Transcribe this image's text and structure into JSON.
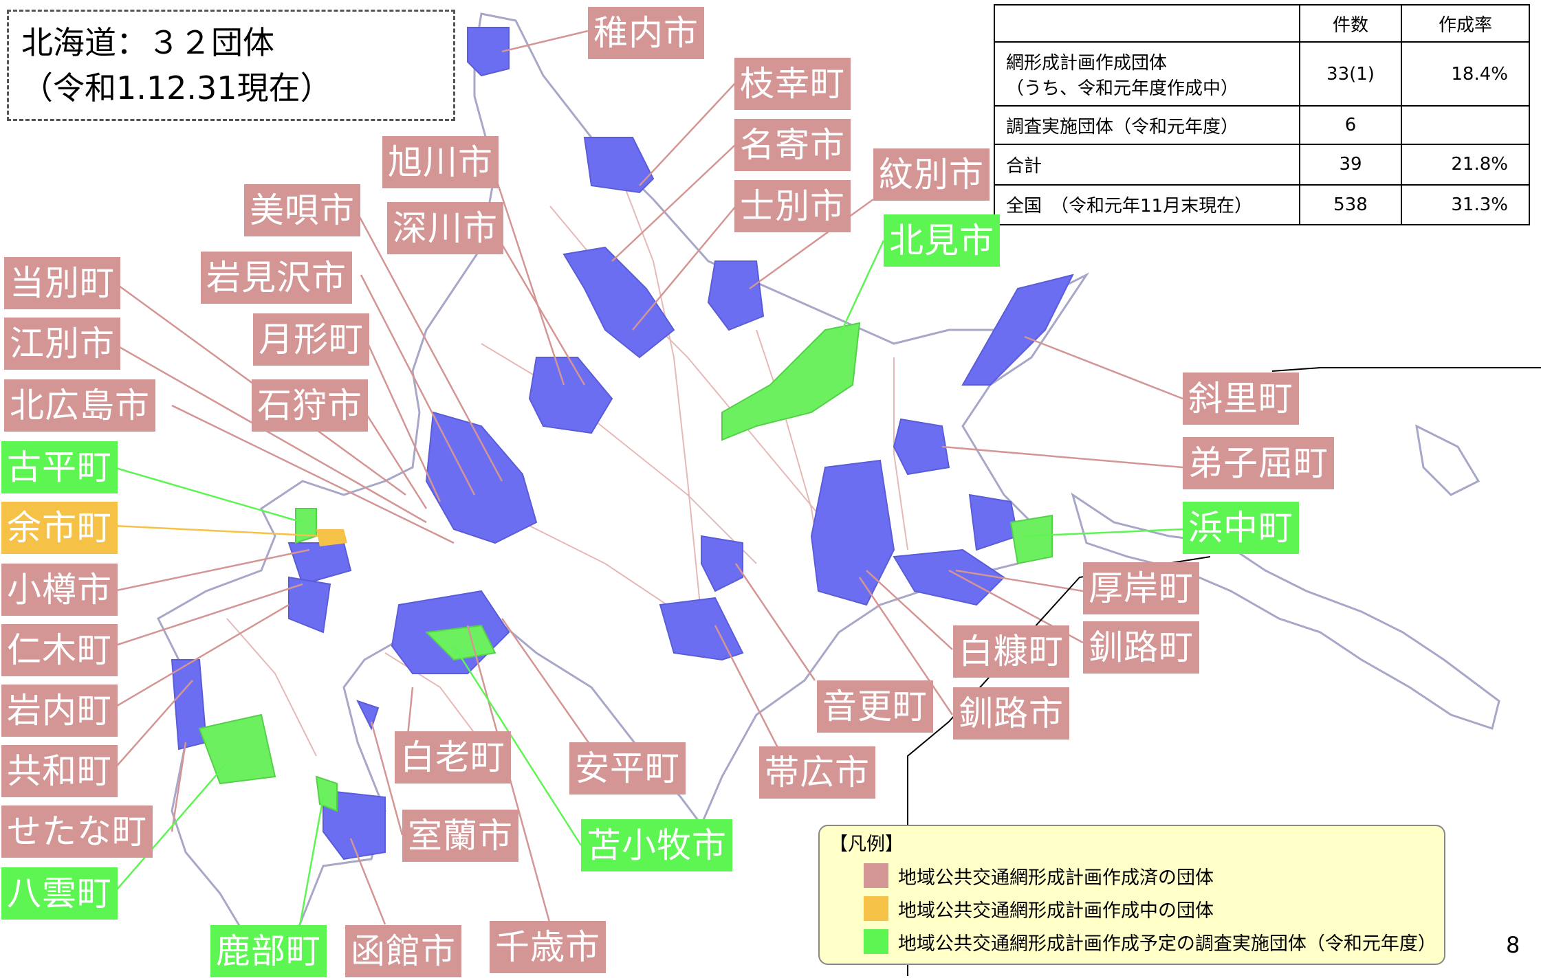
{
  "title": {
    "line1": "北海道：３２団体",
    "line2": "（令和1.12.31現在）"
  },
  "colors": {
    "done": "#d49595",
    "in_progress": "#f5c247",
    "planned_survey": "#5df552",
    "region_done": "#6b6ef0",
    "region_planned": "#6cf060",
    "boundary": "#e7b8b8"
  },
  "stats_table": {
    "headers": [
      "",
      "件数",
      "作成率"
    ],
    "rows": [
      {
        "label_line1": "網形成計画作成団体",
        "label_line2": "（うち、令和元年度作成中）",
        "count": "33(1)",
        "rate": "18.4%"
      },
      {
        "label_line1": "調査実施団体（令和元年度）",
        "label_line2": "",
        "count": "6",
        "rate": ""
      },
      {
        "label_line1": "合計",
        "label_line2": "",
        "count": "39",
        "rate": "21.8%"
      },
      {
        "label_line1": "全国　（令和元年11月末現在）",
        "label_line2": "",
        "count": "538",
        "rate": "31.3%"
      }
    ]
  },
  "municipalities": [
    {
      "name": "稚内市",
      "status": "done"
    },
    {
      "name": "枝幸町",
      "status": "done"
    },
    {
      "name": "名寄市",
      "status": "done"
    },
    {
      "name": "士別市",
      "status": "done"
    },
    {
      "name": "紋別市",
      "status": "done"
    },
    {
      "name": "北見市",
      "status": "planned"
    },
    {
      "name": "旭川市",
      "status": "done"
    },
    {
      "name": "深川市",
      "status": "done"
    },
    {
      "name": "美唄市",
      "status": "done"
    },
    {
      "name": "岩見沢市",
      "status": "done"
    },
    {
      "name": "月形町",
      "status": "done"
    },
    {
      "name": "石狩市",
      "status": "done"
    },
    {
      "name": "当別町",
      "status": "done"
    },
    {
      "name": "江別市",
      "status": "done"
    },
    {
      "name": "北広島市",
      "status": "done"
    },
    {
      "name": "古平町",
      "status": "planned"
    },
    {
      "name": "余市町",
      "status": "in_progress"
    },
    {
      "name": "小樽市",
      "status": "done"
    },
    {
      "name": "仁木町",
      "status": "done"
    },
    {
      "name": "岩内町",
      "status": "done"
    },
    {
      "name": "共和町",
      "status": "done"
    },
    {
      "name": "せたな町",
      "status": "done"
    },
    {
      "name": "八雲町",
      "status": "planned"
    },
    {
      "name": "鹿部町",
      "status": "planned"
    },
    {
      "name": "函館市",
      "status": "done"
    },
    {
      "name": "千歳市",
      "status": "done"
    },
    {
      "name": "室蘭市",
      "status": "done"
    },
    {
      "name": "白老町",
      "status": "done"
    },
    {
      "name": "安平町",
      "status": "done"
    },
    {
      "name": "苫小牧市",
      "status": "planned"
    },
    {
      "name": "帯広市",
      "status": "done"
    },
    {
      "name": "音更町",
      "status": "done"
    },
    {
      "name": "白糠町",
      "status": "done"
    },
    {
      "name": "釧路市",
      "status": "done"
    },
    {
      "name": "釧路町",
      "status": "done"
    },
    {
      "name": "厚岸町",
      "status": "done"
    },
    {
      "name": "浜中町",
      "status": "planned"
    },
    {
      "name": "弟子屈町",
      "status": "done"
    },
    {
      "name": "斜里町",
      "status": "done"
    }
  ],
  "legend": {
    "title": "【凡例】",
    "items": [
      {
        "label": "地域公共交通網形成計画作成済の団体",
        "color": "#d49595"
      },
      {
        "label": "地域公共交通網形成計画作成中の団体",
        "color": "#f5c247"
      },
      {
        "label": "地域公共交通網形成計画作成予定の調査実施団体（令和元年度）",
        "color": "#5df552"
      }
    ]
  },
  "page_number": "8"
}
